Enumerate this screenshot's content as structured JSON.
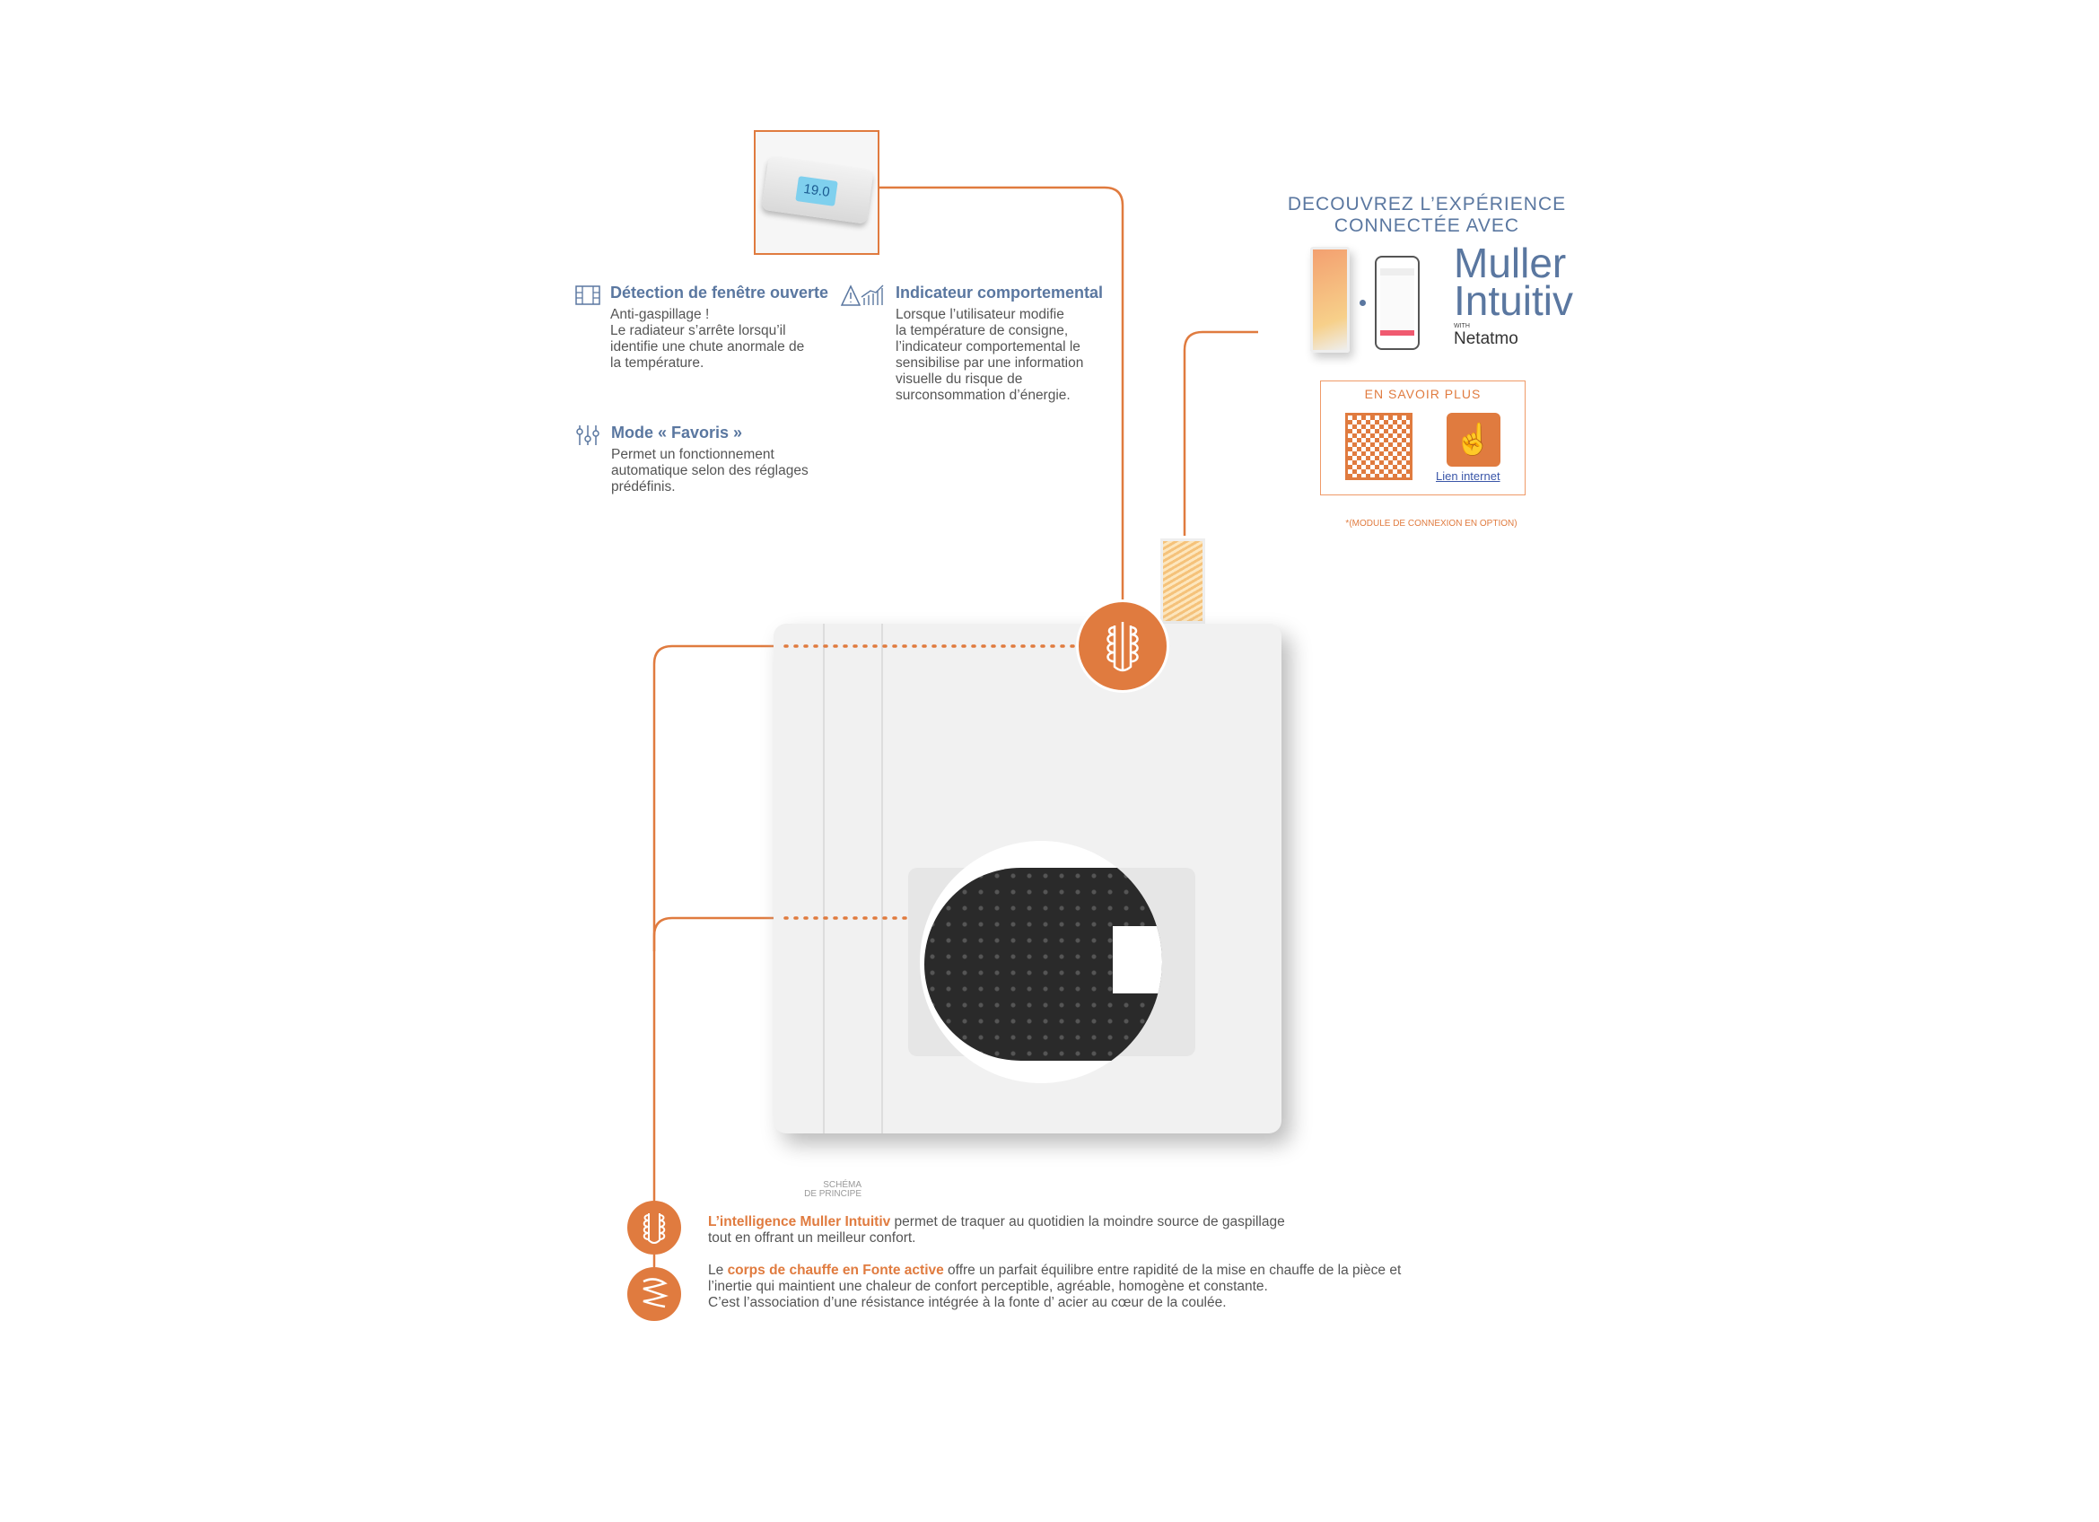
{
  "features": [
    {
      "title": "Détection de fenêtre ouverte",
      "lines": [
        "Anti-gaspillage !",
        "Le radiateur s’arrête lorsqu’il",
        "identifie une chute anormale de",
        "la température."
      ],
      "icon": "window-icon"
    },
    {
      "title": "Indicateur comportemental",
      "lines": [
        "Lorsque l’utilisateur modifie",
        "la température de consigne,",
        "l’indicateur comportemental le",
        "sensibilise par une information",
        "visuelle du risque de",
        "surconsommation d’énergie."
      ],
      "icon": "warning-chart-icon"
    },
    {
      "title": "Mode « Favoris »",
      "lines": [
        "Permet un fonctionnement",
        "automatique selon des réglages",
        "prédéfinis."
      ],
      "icon": "sliders-icon"
    }
  ],
  "thermostat": {
    "display": "19.0"
  },
  "connect": {
    "heading1": "DECOUVREZ L’EXPÉRIENCE",
    "heading2": "CONNECTÉE AVEC",
    "logo_line1": "Muller",
    "logo_line2": "Intuitiv",
    "with": "WITH",
    "partner": "Netatmo",
    "more_title": "EN SAVOIR PLUS",
    "link": "Lien internet",
    "footnote": "*(MODULE DE CONNEXION EN OPTION)"
  },
  "schema": {
    "line1": "SCHÉMA",
    "line2": "DE PRINCIPE"
  },
  "bottom": [
    {
      "highlight": "L’intelligence Muller Intuitiv",
      "rest": " permet de traquer au quotidien la moindre source de gaspillage",
      "lines": [
        "tout en offrant un meilleur confort."
      ]
    },
    {
      "prefix": "Le ",
      "highlight": "corps de chauffe en Fonte active",
      "rest": " offre un parfait équilibre entre rapidité de la mise en chauffe de la pièce et",
      "lines": [
        "l’inertie qui maintient une chaleur de confort perceptible, agréable, homogène et constante.",
        "C’est l’association d’une résistance intégrée à la fonte d’ acier au cœur de la coulée."
      ]
    }
  ],
  "colors": {
    "accent": "#e07b3f",
    "blue": "#5a77a0"
  }
}
